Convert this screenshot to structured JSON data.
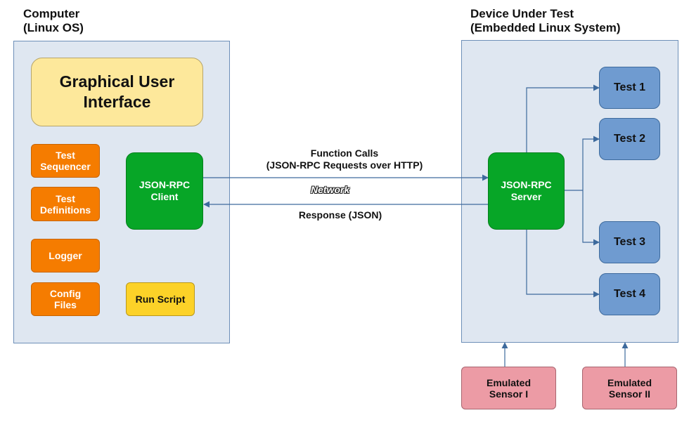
{
  "computer": {
    "title": "Computer\n(Linux OS)",
    "gui_label": "Graphical User\nInterface",
    "modules": [
      "Test\nSequencer",
      "Test\nDefinitions",
      "Logger",
      "Config\nFiles"
    ],
    "client_label": "JSON-RPC\nClient",
    "run_script_label": "Run Script"
  },
  "device": {
    "title": "Device Under Test\n(Embedded Linux System)",
    "server_label": "JSON-RPC\nServer",
    "tests": [
      "Test 1",
      "Test 2",
      "Test 3",
      "Test 4"
    ]
  },
  "link": {
    "request_label": "Function Calls\n(JSON-RPC Requests over HTTP)",
    "network_label": "Network",
    "response_label": "Response (JSON)"
  },
  "sensors": [
    "Emulated\nSensor I",
    "Emulated\nSensor II"
  ],
  "colors": {
    "panel": "#dfe7f1",
    "gui": "#fde89b",
    "module": "#f57c00",
    "rpc": "#07a627",
    "run_script": "#fcd228",
    "test": "#6f9bd0",
    "sensor": "#ec9ba5",
    "connector": "#3d6a9d"
  }
}
